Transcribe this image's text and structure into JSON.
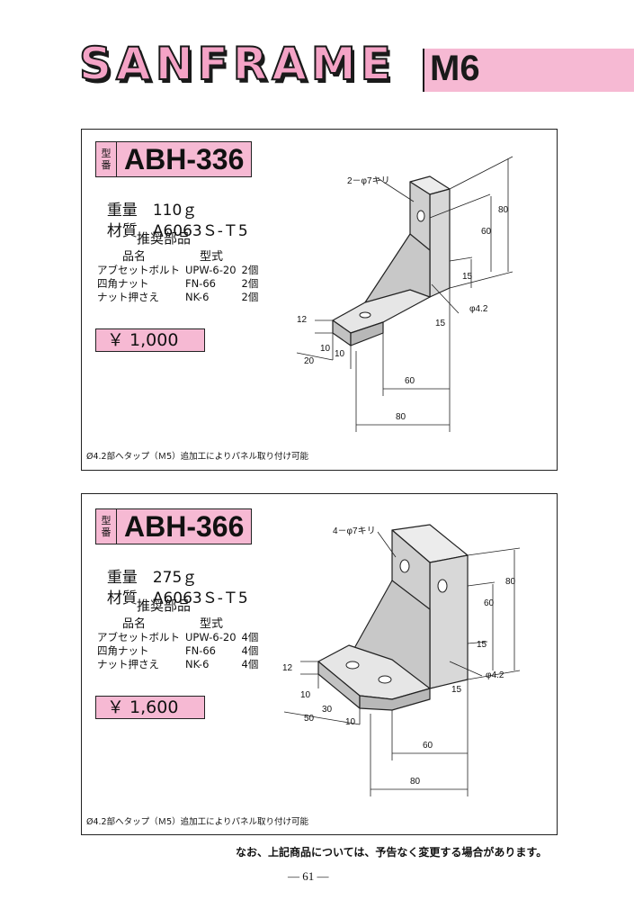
{
  "header": {
    "brand": "SANFRAME",
    "series": "M6"
  },
  "products": [
    {
      "model_prefix": [
        "型",
        "番"
      ],
      "model": "ABH-336",
      "weight_label": "重量",
      "weight_value": "110ｇ",
      "material_label": "材質",
      "material_value": "A6063Ｓ-Ｔ5",
      "parts_title": "推奨部品",
      "parts_head_name": "品名",
      "parts_head_model": "型式",
      "parts": [
        {
          "name": "アブセットボルト",
          "model": "UPW-6-20",
          "qty": "2個"
        },
        {
          "name": "四角ナット",
          "model": "FN-66",
          "qty": "2個"
        },
        {
          "name": "ナット押さえ",
          "model": "NK-6",
          "qty": "2個"
        }
      ],
      "price": "￥ 1,000",
      "note": "Ø4.2部へタップ（Ｍ5）追加工によりパネル取り付け可能",
      "drawing": {
        "hole_label": "2－φ7キリ",
        "dims": [
          "80",
          "60",
          "15",
          "φ4.2",
          "12",
          "15",
          "10",
          "20",
          "10",
          "60",
          "80"
        ]
      }
    },
    {
      "model_prefix": [
        "型",
        "番"
      ],
      "model": "ABH-366",
      "weight_label": "重量",
      "weight_value": "275ｇ",
      "material_label": "材質",
      "material_value": "A6063Ｓ-Ｔ5",
      "parts_title": "推奨部品",
      "parts_head_name": "品名",
      "parts_head_model": "型式",
      "parts": [
        {
          "name": "アブセットボルト",
          "model": "UPW-6-20",
          "qty": "4個"
        },
        {
          "name": "四角ナット",
          "model": "FN-66",
          "qty": "4個"
        },
        {
          "name": "ナット押さえ",
          "model": "NK-6",
          "qty": "4個"
        }
      ],
      "price": "￥ 1,600",
      "note": "Ø4.2部へタップ（Ｍ5）追加工によりパネル取り付け可能",
      "drawing": {
        "hole_label": "4－φ7キリ",
        "dims": [
          "80",
          "60",
          "15",
          "φ4.2",
          "12",
          "15",
          "10",
          "30",
          "50",
          "10",
          "60",
          "80"
        ]
      }
    }
  ],
  "footer": {
    "notice": "なお、上記商品については、予告なく変更する場合があります。",
    "page": "― 61 ―"
  }
}
